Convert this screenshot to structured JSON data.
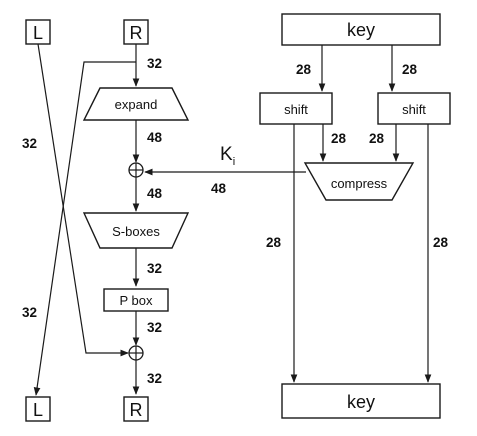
{
  "diagram": {
    "left_input": "L",
    "right_input": "R",
    "left_output": "L",
    "right_output": "R",
    "key_top": "key",
    "key_bottom": "key",
    "expand": "expand",
    "sboxes": "S-boxes",
    "pbox": "P box",
    "shift_left": "shift",
    "shift_right": "shift",
    "compress": "compress",
    "subkey": {
      "base": "K",
      "sub": "i"
    },
    "xor_symbol": "⊕",
    "widths": {
      "r_to_expand": "32",
      "expand_out": "48",
      "xor_out": "48",
      "ki_in": "48",
      "sbox_out": "32",
      "pbox_out": "32",
      "xor2_out": "32",
      "left_cross": "32",
      "right_cross": "32",
      "key_to_shift_left": "28",
      "key_to_shift_right": "28",
      "shift_left_to_compress": "28",
      "shift_right_to_compress": "28",
      "shift_left_down": "28",
      "shift_right_down": "28"
    }
  }
}
